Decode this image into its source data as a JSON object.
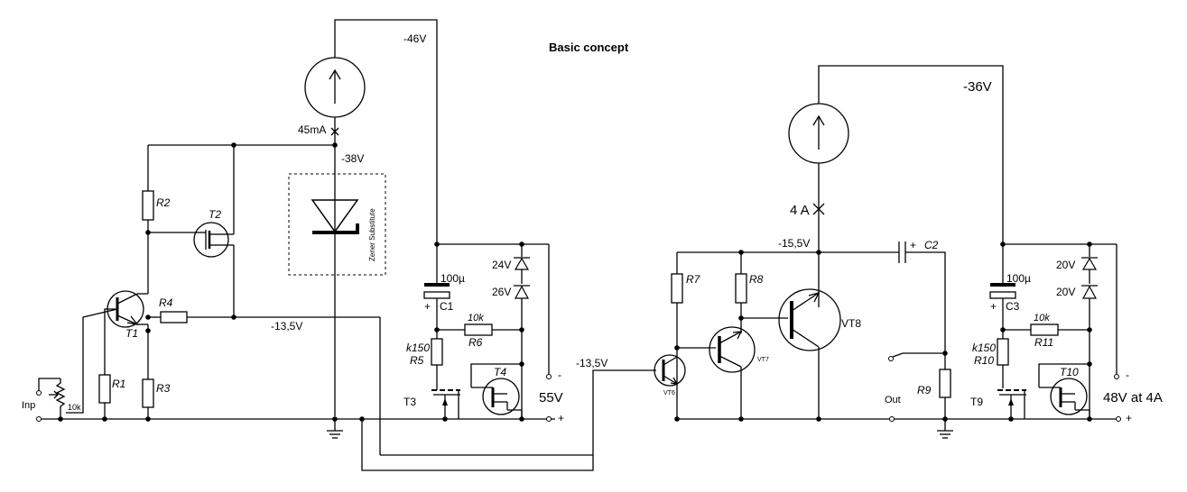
{
  "title": "Basic concept",
  "left_stage": {
    "supply_voltage": "-46V",
    "current_source_value": "45mA",
    "node_voltage_top": "-38V",
    "node_voltage_mid": "-13,5V",
    "zener_substitute_label": "Zener Substitute",
    "cap_value": "100µ",
    "cap_name": "C1",
    "zener1": "24V",
    "zener2": "26V",
    "r6_value": "10k",
    "r6_name": "R6",
    "r5_value": "k150",
    "r5_name": "R5",
    "t3": "T3",
    "t4": "T4",
    "supply_out": "55V",
    "minus": "-",
    "plus": "+",
    "r1": "R1",
    "r2": "R2",
    "r3": "R3",
    "r4": "R4",
    "t1": "T1",
    "t2": "T2",
    "pot_value": "10k",
    "inp": "Inp"
  },
  "right_stage": {
    "supply_voltage": "-36V",
    "current_source_value": "4 A",
    "node_voltage": "-15,5V",
    "input_voltage": "-13,5V",
    "c2": "C2",
    "plus": "+",
    "r7": "R7",
    "r8": "R8",
    "vt6": "VT6",
    "vt7": "VT7",
    "vt8": "VT8",
    "out": "Out",
    "r9": "R9",
    "cap_value": "100µ",
    "cap_name": "C3",
    "zener1": "20V",
    "zener2": "20V",
    "r11_value": "10k",
    "r11_name": "R11",
    "r10_value": "k150",
    "r10_name": "R10",
    "t9": "T9",
    "t10": "T10",
    "supply_out": "48V at 4A",
    "minus": "-"
  }
}
